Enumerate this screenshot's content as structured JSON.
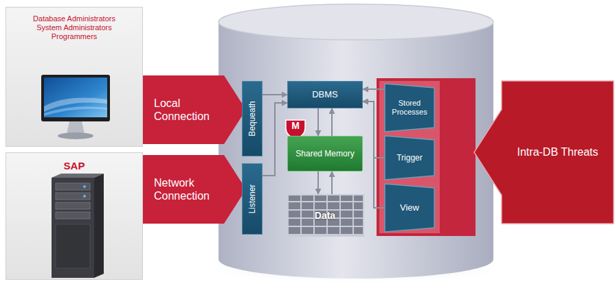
{
  "diagram": {
    "nodes": [
      {
        "text": [
          "Database Administrators",
          "System Administrators",
          "Programmers"
        ]
      },
      {
        "text": [
          "SAP"
        ]
      },
      {
        "text": [
          "Local Connection"
        ]
      },
      {
        "text": [
          "Network Connection"
        ]
      },
      {
        "text": [
          "Bequeath"
        ]
      },
      {
        "text": [
          "Listener"
        ]
      },
      {
        "text": [
          "DBMS"
        ]
      },
      {
        "text": [
          "Shared Memory"
        ]
      },
      {
        "text": [
          "Data"
        ]
      },
      {
        "text": [
          "Stored Processes"
        ]
      },
      {
        "text": [
          "Trigger"
        ]
      },
      {
        "text": [
          "View"
        ]
      },
      {
        "text": [
          "Intra-DB Threats"
        ]
      }
    ],
    "edges": [
      {
        "from": 4,
        "to": 6,
        "arrow": "to"
      },
      {
        "from": 5,
        "to": 6,
        "arrow": "to"
      },
      {
        "from": 6,
        "to": 7,
        "arrow": "to"
      },
      {
        "from": 7,
        "to": 6,
        "arrow": "to"
      },
      {
        "from": 7,
        "to": 8,
        "arrow": "to"
      },
      {
        "from": 8,
        "to": 7,
        "arrow": "to"
      },
      {
        "from": 9,
        "to": 6,
        "arrow": "to"
      },
      {
        "from": 10,
        "to": 6,
        "arrow": "to"
      },
      {
        "from": 11,
        "to": 6,
        "arrow": "to"
      }
    ],
    "labels": [
      "M"
    ]
  }
}
